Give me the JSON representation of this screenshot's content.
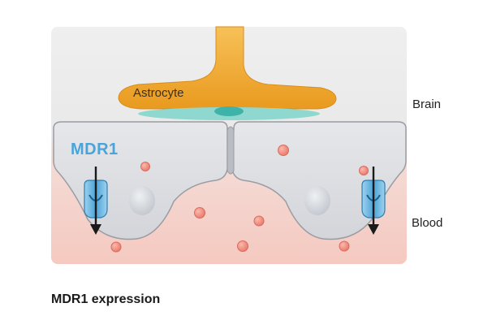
{
  "diagram": {
    "labels": {
      "astrocyte": "Astrocyte",
      "mdr1": "MDR1",
      "brain": "Brain",
      "blood": "Blood"
    }
  },
  "caption": "MDR1 expression",
  "colors": {
    "brain_background": "#ececec",
    "blood_background": "#f6d0c8",
    "endothelial_cell": "#dcdde0",
    "endothelial_outline": "#9a9ca2",
    "astrocyte": "#f0a82e",
    "astrocyte_endfoot": "#4fc0b4",
    "mdr1_transporter": "#4aa4d9",
    "red_particles": "#f39487",
    "label_mdr1": "#4aa4d9"
  },
  "icons": {
    "transporter": "mdr1-transporter-icon",
    "efflux_arrow": "arrow-down-icon",
    "particle": "molecule-dot-icon"
  }
}
